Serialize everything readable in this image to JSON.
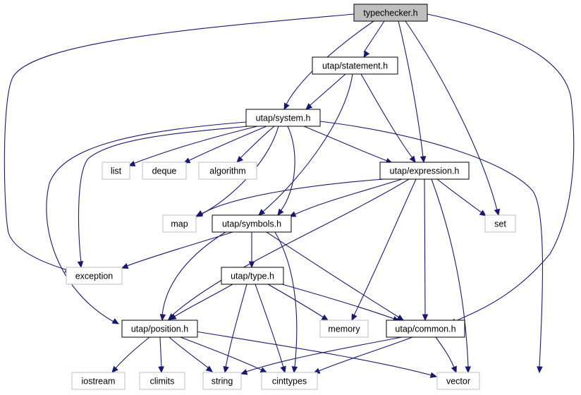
{
  "colors": {
    "edge": "#191970",
    "header_border": "#000000",
    "system_border": "#bfbfbf",
    "root_fill": "#bfbfbf",
    "background": "#ffffff"
  },
  "nodes": {
    "typechecker": "typechecker.h",
    "statement": "utap/statement.h",
    "system": "utap/system.h",
    "list": "list",
    "deque": "deque",
    "algorithm": "algorithm",
    "expression": "utap/expression.h",
    "map": "map",
    "symbols": "utap/symbols.h",
    "set": "set",
    "exception": "exception",
    "type": "utap/type.h",
    "memory": "memory",
    "common": "utap/common.h",
    "position": "utap/position.h",
    "iostream": "iostream",
    "climits": "climits",
    "string": "string",
    "cinttypes": "cinttypes",
    "vector": "vector"
  }
}
